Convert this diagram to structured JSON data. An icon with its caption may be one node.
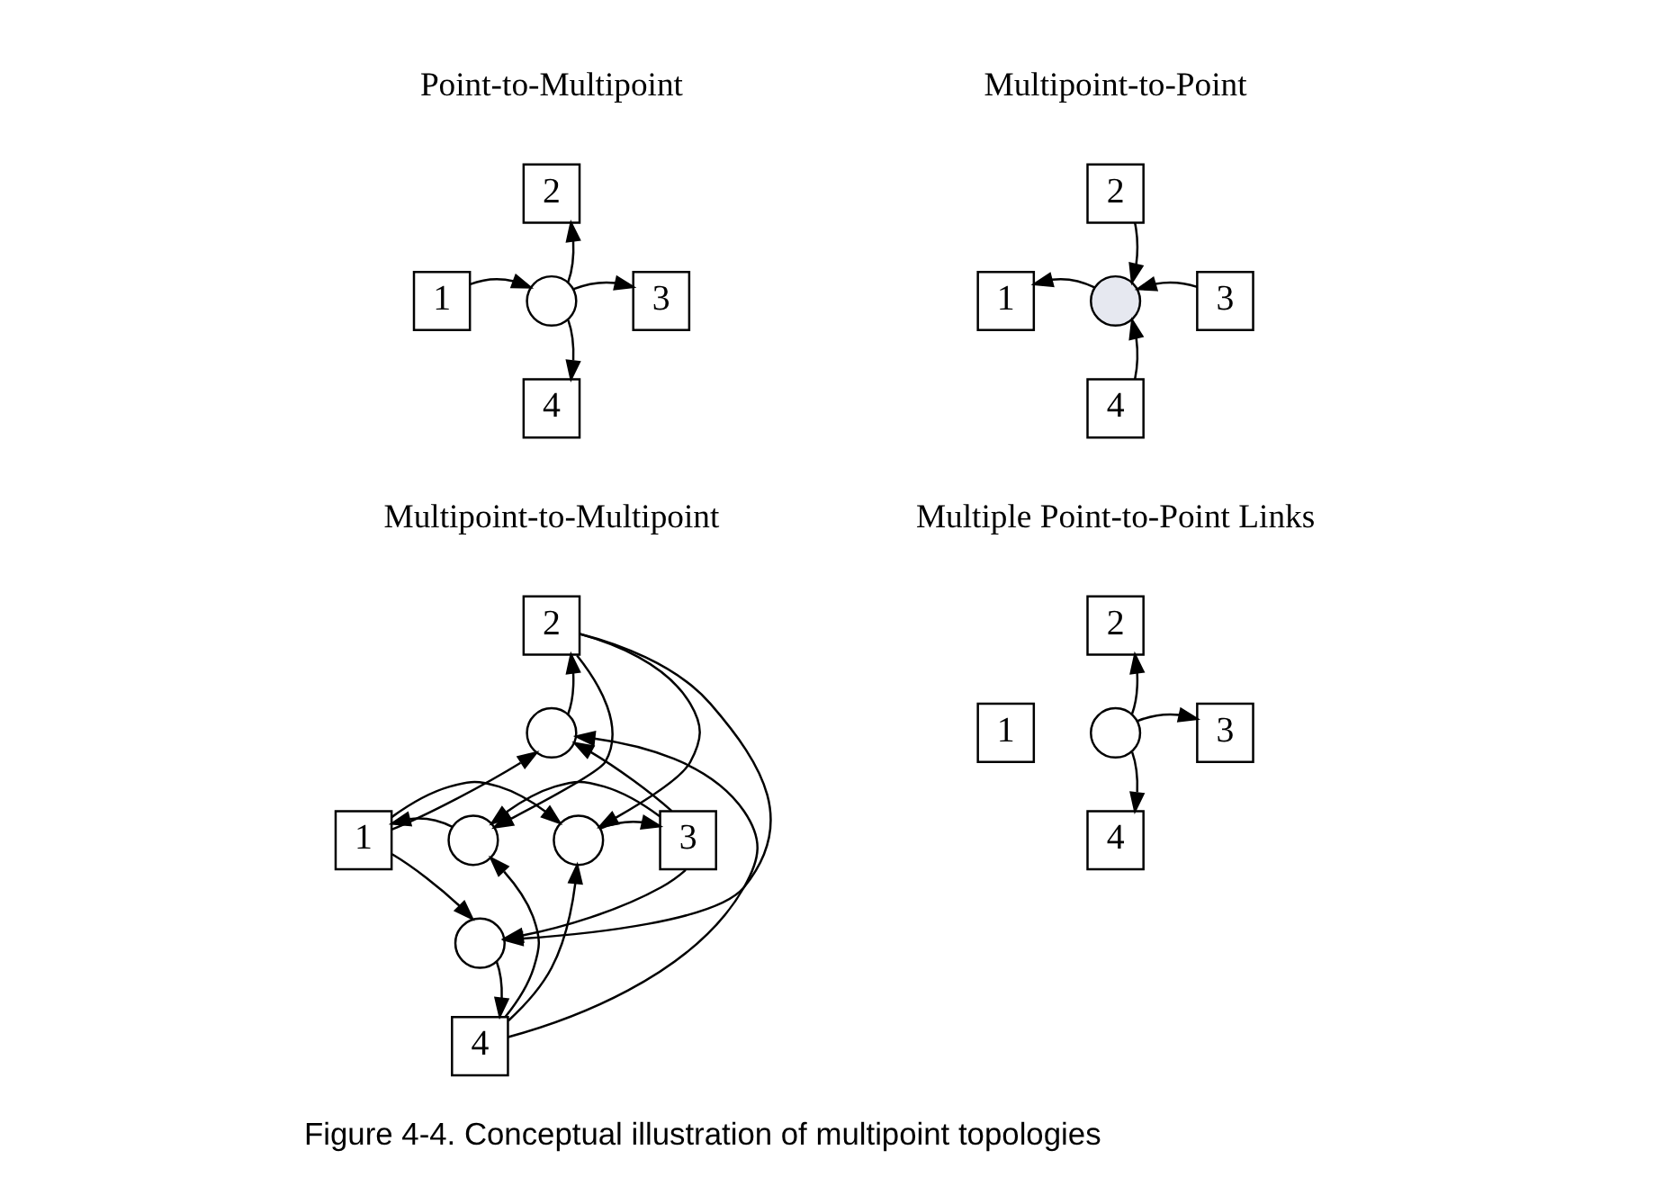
{
  "diagram": {
    "caption": "Figure 4-4. Conceptual illustration of multipoint topologies",
    "nodes": [
      {
        "text": [
          "2"
        ]
      },
      {
        "text": [
          "1"
        ]
      },
      {
        "text": [],
        "shape": "circle"
      },
      {
        "text": [
          "3"
        ]
      },
      {
        "text": [
          "4"
        ]
      },
      {
        "text": [
          "2"
        ]
      },
      {
        "text": [
          "1"
        ]
      },
      {
        "text": [],
        "shape": "circle"
      },
      {
        "text": [
          "3"
        ]
      },
      {
        "text": [
          "4"
        ]
      },
      {
        "text": [
          "2"
        ]
      },
      {
        "text": [],
        "shape": "circle"
      },
      {
        "text": [
          "1"
        ]
      },
      {
        "text": [],
        "shape": "circle"
      },
      {
        "text": [],
        "shape": "circle"
      },
      {
        "text": [
          "3"
        ]
      },
      {
        "text": [],
        "shape": "circle"
      },
      {
        "text": [
          "4"
        ]
      },
      {
        "text": [
          "2"
        ]
      },
      {
        "text": [
          "1"
        ]
      },
      {
        "text": [],
        "shape": "circle"
      },
      {
        "text": [
          "3"
        ]
      },
      {
        "text": [
          "4"
        ]
      }
    ],
    "edges": [
      {
        "from": 1,
        "to": 2,
        "arrow": "to"
      },
      {
        "from": 2,
        "to": 0,
        "arrow": "to"
      },
      {
        "from": 2,
        "to": 3,
        "arrow": "to"
      },
      {
        "from": 2,
        "to": 4,
        "arrow": "to"
      },
      {
        "from": 5,
        "to": 7,
        "arrow": "to"
      },
      {
        "from": 7,
        "to": 6,
        "arrow": "to"
      },
      {
        "from": 8,
        "to": 7,
        "arrow": "to"
      },
      {
        "from": 9,
        "to": 7,
        "arrow": "to"
      },
      {
        "from": 11,
        "to": 10,
        "arrow": "to"
      },
      {
        "from": 12,
        "to": 11,
        "arrow": "to"
      },
      {
        "from": 15,
        "to": 11,
        "arrow": "to"
      },
      {
        "from": 17,
        "to": 11,
        "arrow": "to"
      },
      {
        "from": 13,
        "to": 12,
        "arrow": "to"
      },
      {
        "from": 10,
        "to": 13,
        "arrow": "to"
      },
      {
        "from": 15,
        "to": 13,
        "arrow": "to"
      },
      {
        "from": 17,
        "to": 13,
        "arrow": "to"
      },
      {
        "from": 14,
        "to": 15,
        "arrow": "to"
      },
      {
        "from": 10,
        "to": 14,
        "arrow": "to"
      },
      {
        "from": 12,
        "to": 14,
        "arrow": "to"
      },
      {
        "from": 17,
        "to": 14,
        "arrow": "to"
      },
      {
        "from": 16,
        "to": 17,
        "arrow": "to"
      },
      {
        "from": 10,
        "to": 16,
        "arrow": "to"
      },
      {
        "from": 12,
        "to": 16,
        "arrow": "to"
      },
      {
        "from": 15,
        "to": 16,
        "arrow": "to"
      },
      {
        "from": 20,
        "to": 18,
        "arrow": "to"
      },
      {
        "from": 20,
        "to": 21,
        "arrow": "to"
      },
      {
        "from": 20,
        "to": 22,
        "arrow": "to"
      }
    ],
    "labels": [
      "Point-to-Multipoint",
      "Multipoint-to-Point",
      "Multipoint-to-Multipoint",
      "Multiple Point-to-Point Links"
    ]
  }
}
